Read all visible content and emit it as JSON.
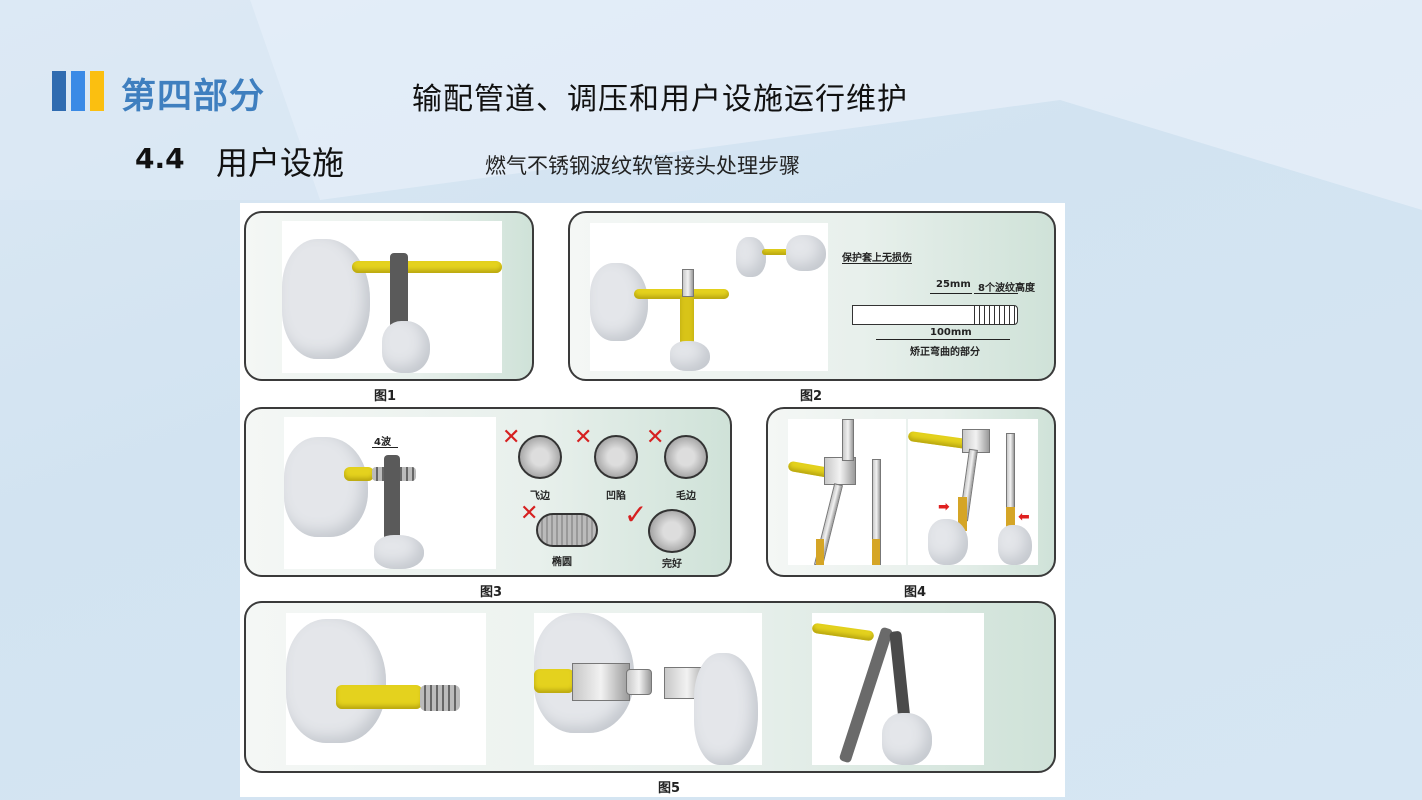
{
  "header": {
    "logo_colors": [
      "#2f6bb0",
      "#3a8ae6",
      "#fbbf10"
    ],
    "section_title": "第四部分",
    "main_title": "输配管道、调压和用户设施运行维护",
    "subsection_number": "4.4",
    "subsection_title": "用户设施",
    "caption_title": "燃气不锈钢波纹软管接头处理步骤"
  },
  "figures": {
    "fig1": {
      "label": "图1",
      "description": "Cutting yellow-sheathed corrugated pipe with pipe cutter"
    },
    "fig2": {
      "label": "图2",
      "description": "Stripping protective sheath",
      "diagram": {
        "note_top": "保护套上无损伤",
        "dim_25": "25mm",
        "dim_corrugation": "8个波纹高度",
        "dim_100": "100mm",
        "note_bottom": "矫正弯曲的部分"
      }
    },
    "fig3": {
      "label": "图3",
      "dim_label": "4波",
      "defects": [
        {
          "label": "飞边",
          "status": "bad"
        },
        {
          "label": "凹陷",
          "status": "bad"
        },
        {
          "label": "毛边",
          "status": "bad"
        },
        {
          "label": "椭圆",
          "status": "bad"
        },
        {
          "label": "完好",
          "status": "good"
        }
      ],
      "marks": {
        "bad": "✕",
        "good": "✓"
      }
    },
    "fig4": {
      "label": "图4",
      "description": "Flaring tool pressing pipe end",
      "arrow": "➡",
      "arrow_left": "⬅"
    },
    "fig5": {
      "label": "图5",
      "description": "Installing fitting and tightening with wrenches"
    }
  },
  "colors": {
    "section_blue": "#3f7fbf",
    "pipe_yellow": "#e4d21e",
    "mark_red": "#d62020"
  }
}
